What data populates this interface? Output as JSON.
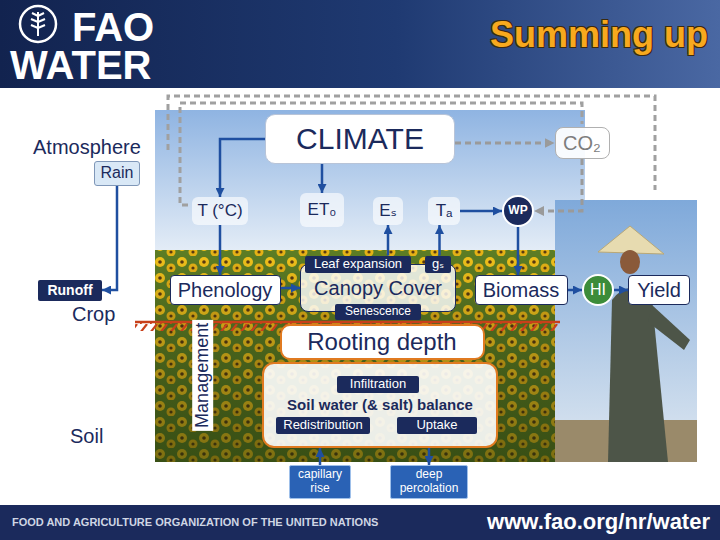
{
  "diagram": {
    "title": "Summing up",
    "nodes": [
      {
        "text": [
          "CLIMATE"
        ]
      },
      {
        "text": [
          "CO₂"
        ]
      },
      {
        "text": [
          "Rain"
        ]
      },
      {
        "text": [
          "T (°C)"
        ]
      },
      {
        "text": [
          "ET₀"
        ]
      },
      {
        "text": [
          "Eₛ"
        ]
      },
      {
        "text": [
          "Tₐ"
        ]
      },
      {
        "text": [
          "WP"
        ]
      },
      {
        "text": [
          "Runoff"
        ]
      },
      {
        "text": [
          "Phenology"
        ]
      },
      {
        "text": [
          "Canopy Cover"
        ]
      },
      {
        "text": [
          "Leaf expansion"
        ],
        "in": 10
      },
      {
        "text": [
          "gₛ"
        ],
        "in": 10
      },
      {
        "text": [
          "Senescence"
        ],
        "in": 10
      },
      {
        "text": [
          "Biomass"
        ]
      },
      {
        "text": [
          "HI"
        ]
      },
      {
        "text": [
          "Yield"
        ]
      },
      {
        "text": [
          "Rooting depth"
        ]
      },
      {
        "text": [
          "Soil water (& salt) balance"
        ]
      },
      {
        "text": [
          "Infiltration"
        ],
        "in": 18
      },
      {
        "text": [
          "Redistribution"
        ],
        "in": 18
      },
      {
        "text": [
          "Uptake"
        ],
        "in": 18
      },
      {
        "text": [
          "capillary rise"
        ]
      },
      {
        "text": [
          "deep percolation"
        ]
      }
    ],
    "edges": [
      {
        "from": 0,
        "to": 3,
        "arrow": "to"
      },
      {
        "from": 0,
        "to": 4,
        "arrow": "to"
      },
      {
        "from": 0,
        "to": 1,
        "arrow": "to"
      },
      {
        "from": 1,
        "to": 7,
        "arrow": "to"
      },
      {
        "from": 6,
        "to": 7,
        "arrow": "to"
      },
      {
        "from": 7,
        "to": 14,
        "arrow": "to"
      },
      {
        "from": 14,
        "to": 15,
        "arrow": "to"
      },
      {
        "from": 15,
        "to": 16,
        "arrow": "to"
      },
      {
        "from": 11,
        "to": 5,
        "arrow": "to"
      },
      {
        "from": 12,
        "to": 6,
        "arrow": "to"
      },
      {
        "from": 3,
        "to": 9,
        "arrow": "to"
      },
      {
        "from": 9,
        "to": 10,
        "arrow": "to"
      },
      {
        "from": 2,
        "to": 8,
        "arrow": "to"
      },
      {
        "from": 22,
        "to": 18,
        "arrow": "to"
      },
      {
        "from": 18,
        "to": 23,
        "arrow": "to"
      }
    ],
    "labels": [
      "FAO",
      "WATER",
      "Atmosphere",
      "Crop",
      "Soil",
      "Management",
      "FOOD AND AGRICULTURE ORGANIZATION OF THE UNITED NATIONS",
      "www.fao.org/nr/water"
    ]
  }
}
